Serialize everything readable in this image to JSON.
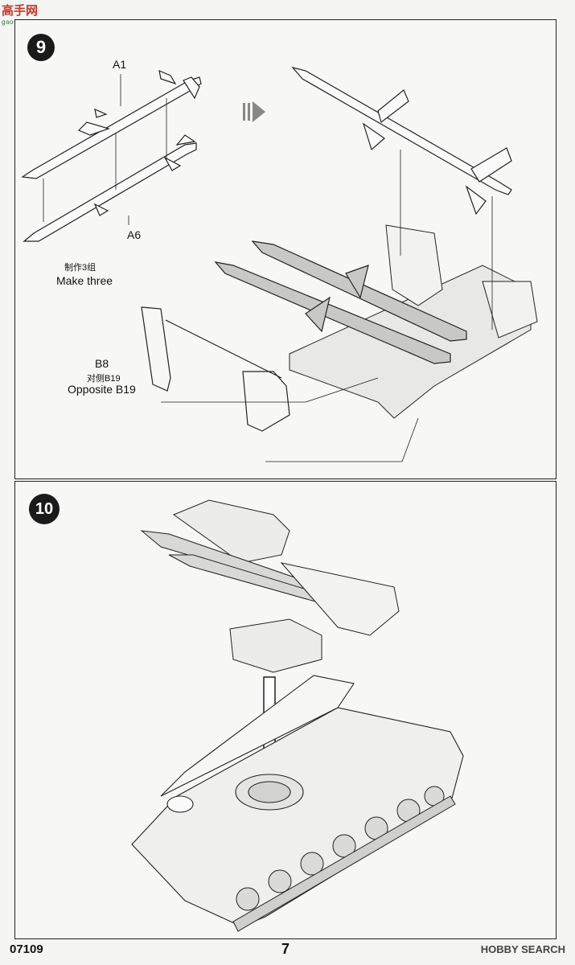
{
  "watermark": {
    "text": "高手网",
    "sub": "gao-shou.com"
  },
  "step9": {
    "number": "9",
    "label_a1": "A1",
    "label_a6": "A6",
    "make_three_cn": "制作3组",
    "make_three_en": "Make three",
    "label_b8": "B8",
    "opposite_cn": "对侧B19",
    "opposite_en": "Opposite B19"
  },
  "step10": {
    "number": "10"
  },
  "footer": {
    "product_code": "07109",
    "page_number": "7",
    "source": "HOBBY SEARCH"
  },
  "icons": [
    "arrow-right-icon",
    "arrow-down-icon"
  ]
}
